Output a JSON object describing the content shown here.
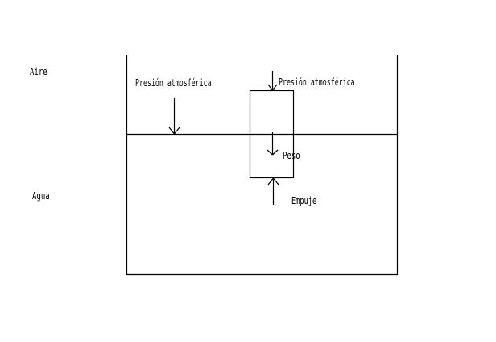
{
  "labels": {
    "air": "Aire",
    "water": "Agua",
    "atm_pressure_surface": "Presión atmosférica",
    "atm_pressure_body": "Presión atmosférica",
    "weight": "Peso",
    "buoyancy": "Empuje"
  }
}
